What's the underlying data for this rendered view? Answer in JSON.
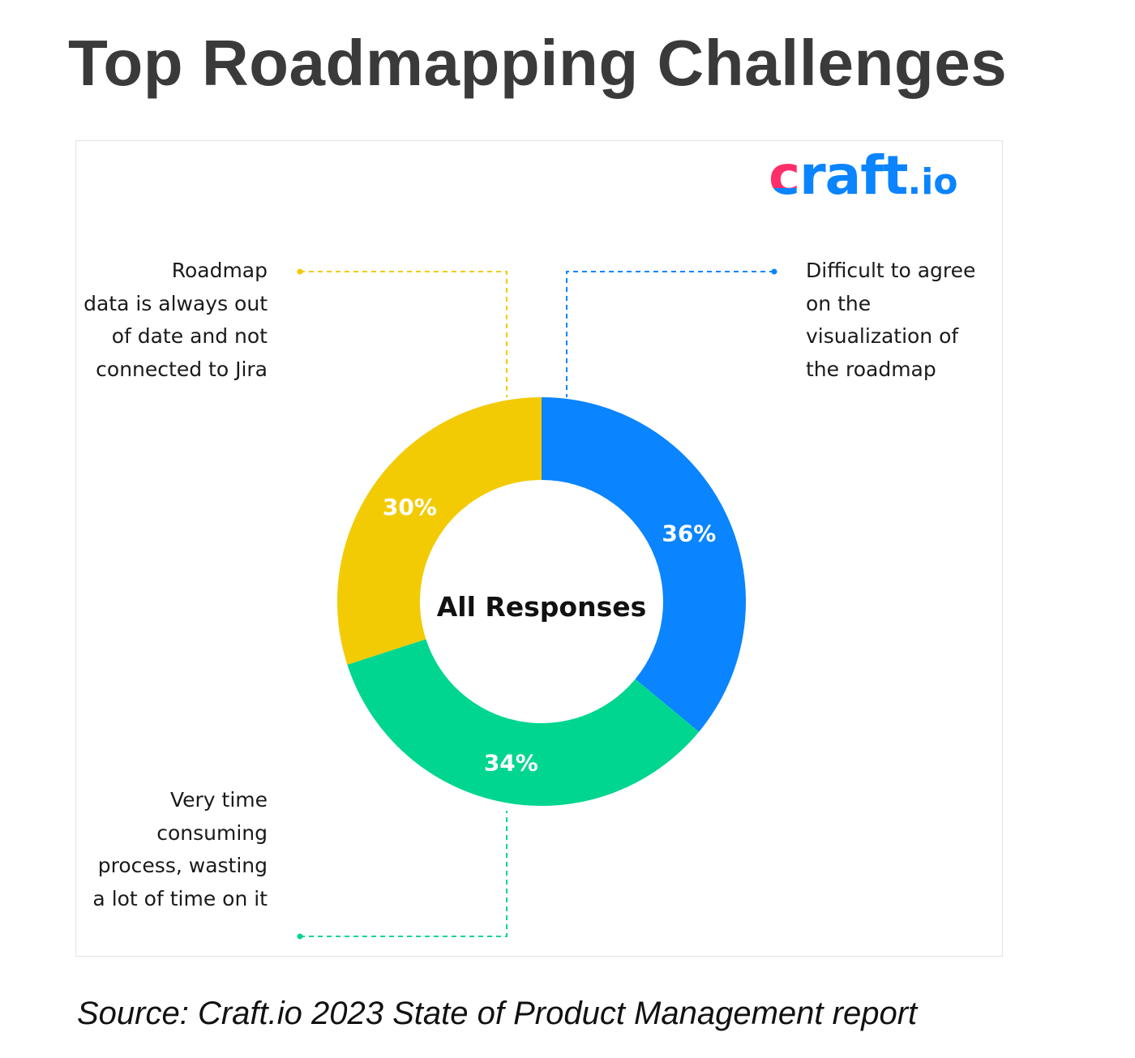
{
  "title": "Top Roadmapping Challenges",
  "logo": {
    "main": "craft",
    "suffix": ".io"
  },
  "source": "Source: Craft.io 2023 State of Product Management report",
  "chart_data": {
    "type": "pie",
    "variant": "donut",
    "center_label": "All Responses",
    "slices": [
      {
        "label": "Difficult to agree on the visualization of the roadmap",
        "value": 36,
        "value_label": "36%",
        "color": "#0a84ff",
        "lines": [
          "Difficult to agree",
          "on the",
          "visualization of",
          "the roadmap"
        ]
      },
      {
        "label": "Very time consuming process, wasting a lot of time on it",
        "value": 34,
        "value_label": "34%",
        "color": "#00d68f",
        "lines": [
          "Very time",
          "consuming",
          "process, wasting",
          "a lot of time on it"
        ]
      },
      {
        "label": "Roadmap data is always out of date and not connected to Jira",
        "value": 30,
        "value_label": "30%",
        "color": "#f2cb05",
        "lines": [
          "Roadmap",
          "data is always out",
          "of date and not",
          "connected to Jira"
        ]
      }
    ],
    "start": "top",
    "direction": "clockwise"
  }
}
